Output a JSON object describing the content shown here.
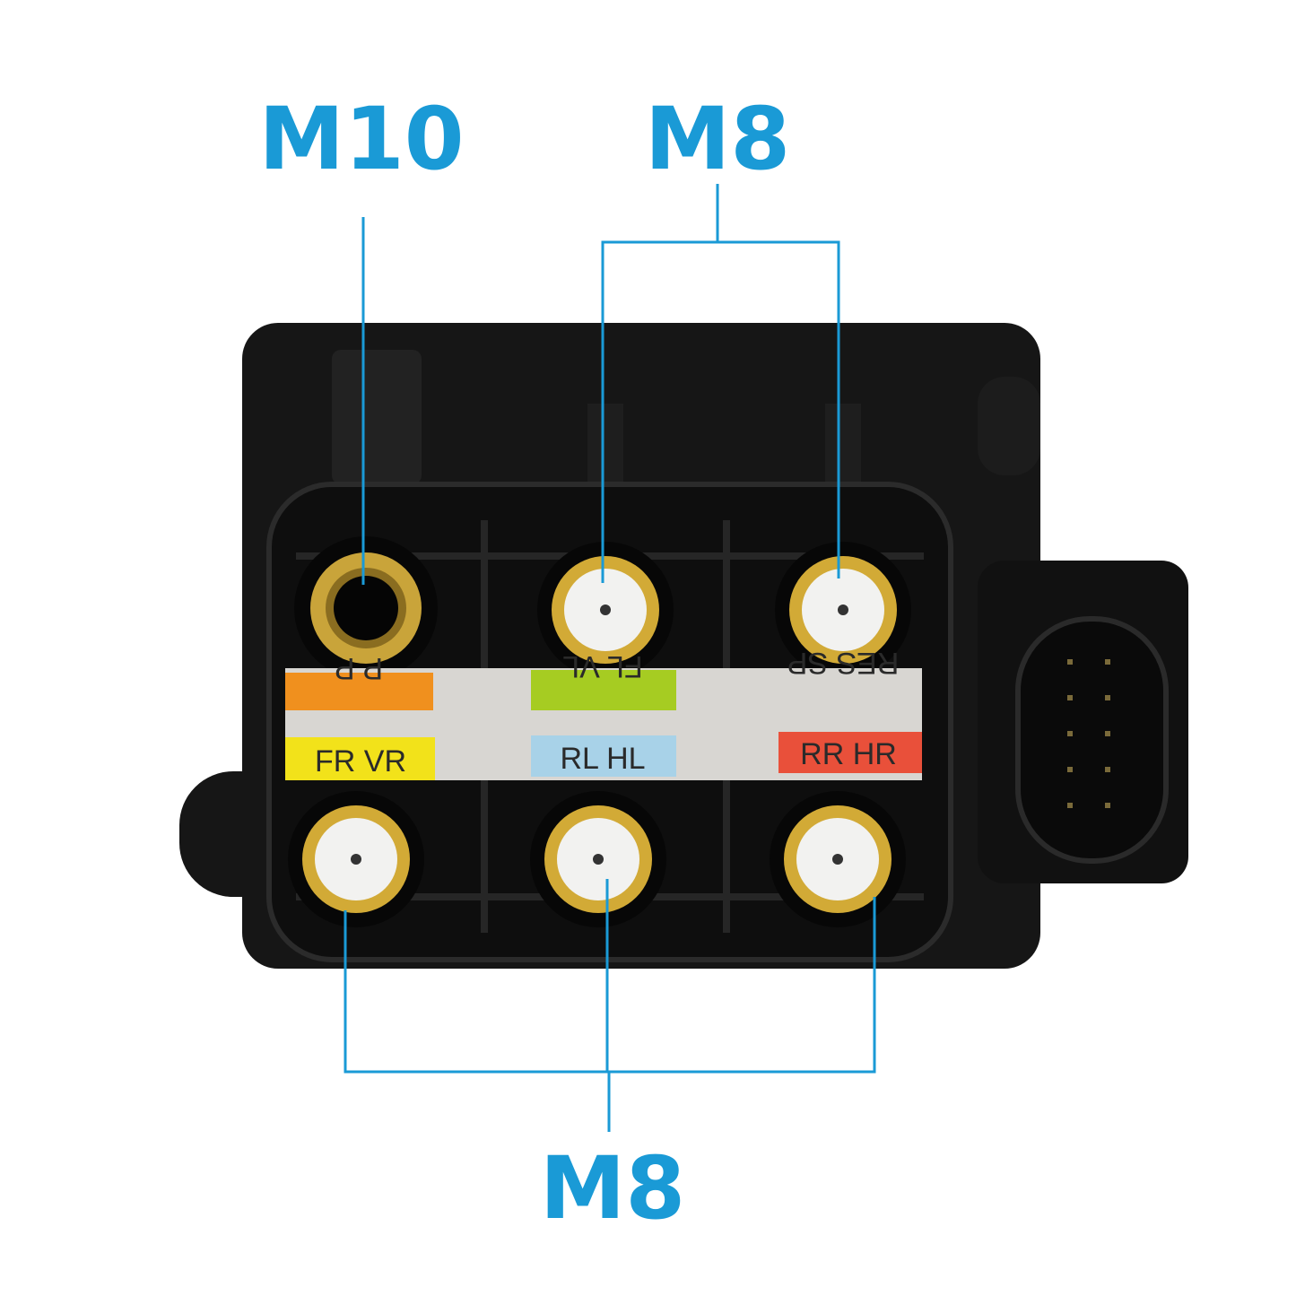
{
  "callouts": {
    "top_left": "M10",
    "top_right": "M8",
    "bottom": "M8"
  },
  "port_labels": {
    "pp": "P P",
    "fl_vl": "FL VL",
    "res_sp": "RES SP",
    "fr_vr": "FR VR",
    "rl_hl": "RL HL",
    "rr_hr": "RR HR"
  },
  "colors": {
    "callout_blue": "#1a9ad6",
    "label_orange": "#f0901e",
    "label_green": "#a6cc22",
    "label_yellow": "#f2e21a",
    "label_blue": "#a8d2e8",
    "label_red": "#e9503a",
    "label_strip": "#d8d6d2",
    "body": "#151515"
  }
}
